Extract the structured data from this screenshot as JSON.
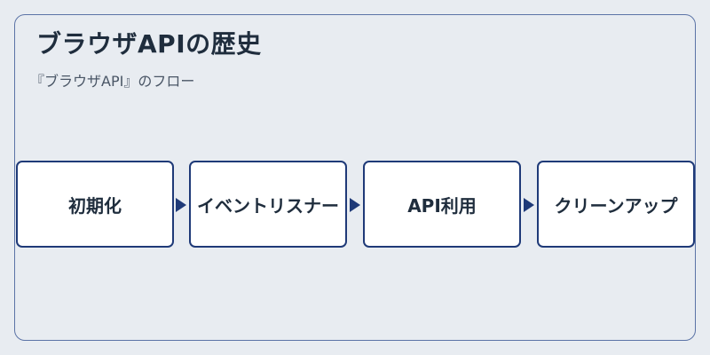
{
  "diagram": {
    "title": "ブラウザAPIの歴史",
    "subtitle": "『ブラウザAPI』のフロー",
    "steps": [
      {
        "label": "初期化"
      },
      {
        "label": "イベントリスナー"
      },
      {
        "label": "API利用"
      },
      {
        "label": "クリーンアップ"
      }
    ],
    "colors": {
      "background": "#e8ecf1",
      "frame_border": "#5b73a6",
      "box_border": "#1f3a78",
      "box_fill": "#ffffff",
      "text": "#1f2d3d",
      "arrow": "#1f3a78"
    }
  }
}
